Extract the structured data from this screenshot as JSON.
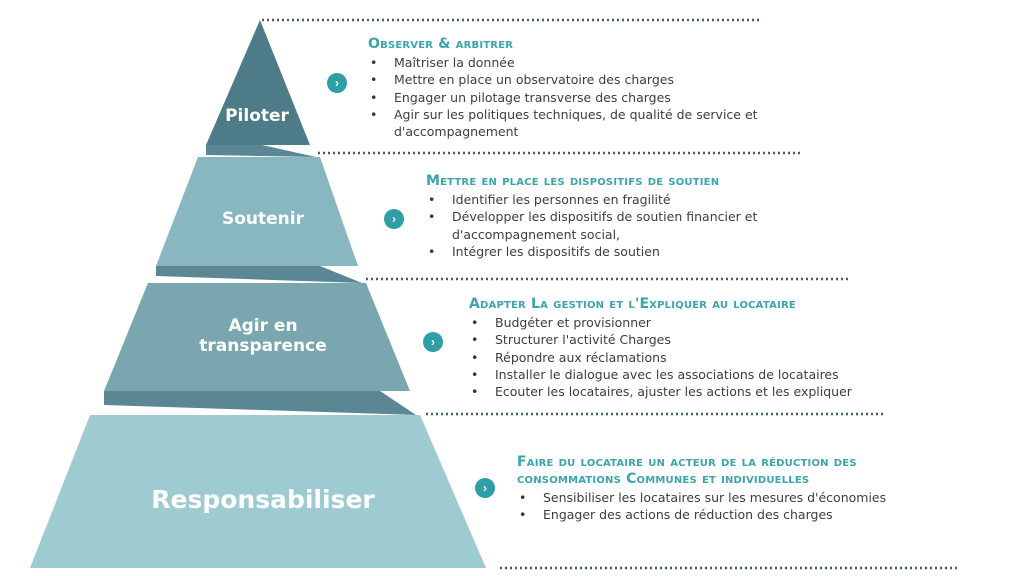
{
  "colors": {
    "tier1": "#4e7b88",
    "tier2": "#89b7c1",
    "tier3": "#7aa6b0",
    "tier4": "#9ecbd1",
    "shadow": "#5a8793",
    "accent": "#3aa5ac",
    "dots": "#3f5f66"
  },
  "tiers": [
    {
      "label": "Piloter"
    },
    {
      "label": "Soutenir"
    },
    {
      "label": "Agir en transparence"
    },
    {
      "label": "Responsabiliser"
    }
  ],
  "sections": [
    {
      "title": "Observer & arbitrer",
      "icon": "chevron-right-icon",
      "items": [
        "Maîtriser la donnée",
        "Mettre en place un observatoire des charges",
        "Engager un pilotage transverse des charges",
        "Agir sur les politiques techniques, de qualité de service et d'accompagnement"
      ]
    },
    {
      "title": "Mettre en place les dispositifs de soutien",
      "icon": "chevron-right-icon",
      "items": [
        "Identifier les personnes en fragilité",
        "Développer les dispositifs de soutien financier et d'accompagnement social,",
        "Intégrer les dispositifs de soutien"
      ]
    },
    {
      "title": "Adapter La gestion et l'Expliquer au locataire",
      "icon": "chevron-right-icon",
      "items": [
        "Budgéter et provisionner",
        "Structurer l'activité Charges",
        "Répondre aux réclamations",
        "Installer le dialogue avec les associations de locataires",
        "Ecouter les locataires, ajuster les actions et les expliquer"
      ]
    },
    {
      "title": "Faire du locataire un acteur de la réduction des consommations Communes et individuelles",
      "icon": "chevron-right-icon",
      "items": [
        "Sensibiliser les locataires sur les mesures d'économies",
        "Engager des actions de réduction des charges"
      ]
    }
  ]
}
